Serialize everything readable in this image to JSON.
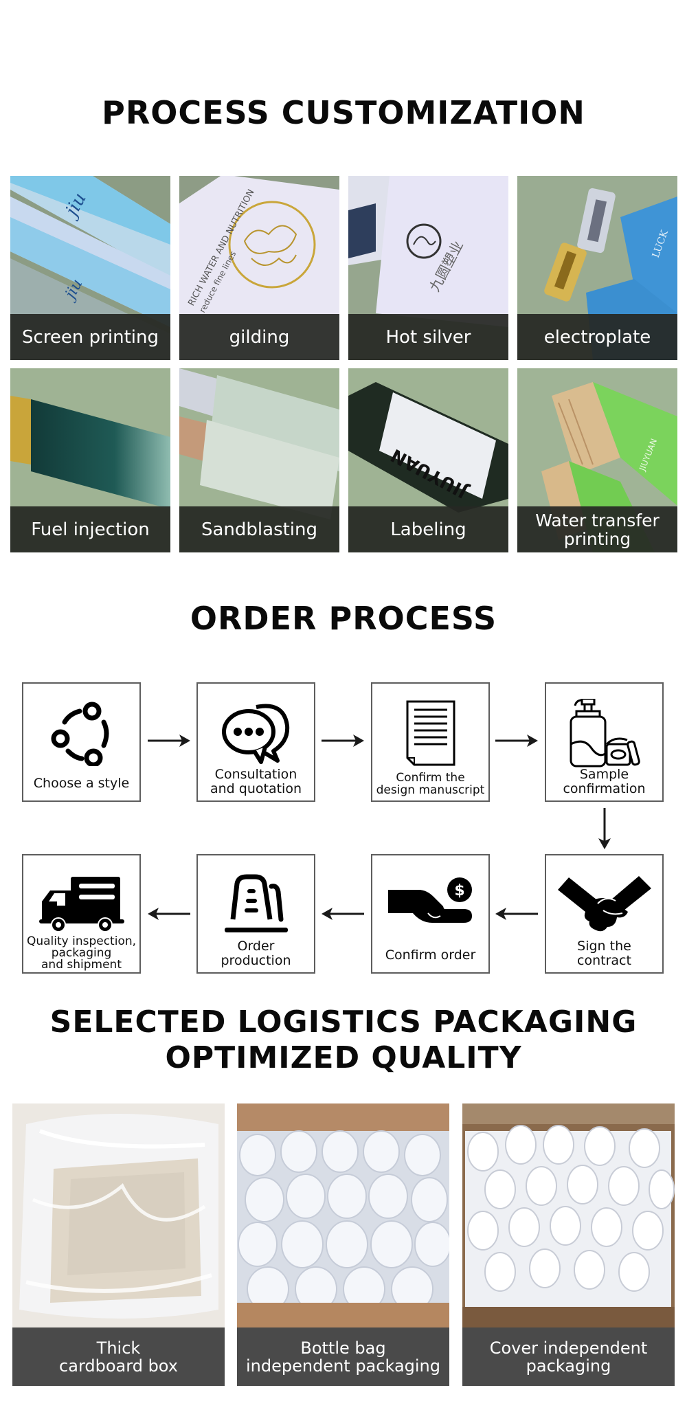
{
  "sections": {
    "process_customization": {
      "title": "PROCESS CUSTOMIZATION",
      "items": [
        {
          "label": "Screen printing",
          "photo": "blue-white-tubes"
        },
        {
          "label": "gilding",
          "photo": "gold-cloud-emblem-bottle",
          "photo_text": "RICH WATER AND NUTRITION / reduce fine lines"
        },
        {
          "label": "Hot silver",
          "photo": "silver-logo-bottle",
          "photo_text": "九圆塑业"
        },
        {
          "label": "electroplate",
          "photo": "gold-silver-pump-bottles",
          "photo_text": "LUCK"
        },
        {
          "label": "Fuel injection",
          "photo": "dark-green-gradient-bottle"
        },
        {
          "label": "Sandblasting",
          "photo": "frosted-bottles"
        },
        {
          "label": "Labeling",
          "photo": "labeled-dark-bottle",
          "photo_text": "JIUYUAN"
        },
        {
          "label_lines": [
            "Water transfer",
            "printing"
          ],
          "photo": "wood-grain-cap-bottles",
          "photo_text": "JIUYUAN"
        }
      ]
    },
    "order_process": {
      "title": "ORDER PROCESS",
      "steps": [
        {
          "icon": "share-circle-icon",
          "label_lines": [
            "Choose a style"
          ]
        },
        {
          "icon": "chat-bubbles-icon",
          "label_lines": [
            "Consultation",
            "and quotation"
          ]
        },
        {
          "icon": "document-icon",
          "label_lines": [
            "Confirm the",
            "design manuscript"
          ]
        },
        {
          "icon": "cosmetic-bottles-icon",
          "label_lines": [
            "Sample",
            "confirmation"
          ]
        },
        {
          "icon": "handshake-icon",
          "label_lines": [
            "Sign the",
            "contract"
          ]
        },
        {
          "icon": "hand-dollar-icon",
          "label_lines": [
            "Confirm order"
          ]
        },
        {
          "icon": "production-icon",
          "label_lines": [
            "Order",
            "production"
          ]
        },
        {
          "icon": "truck-icon",
          "label_lines": [
            "Quality inspection,",
            "packaging",
            "and shipment"
          ]
        }
      ]
    },
    "logistics": {
      "title_lines": [
        "SELECTED LOGISTICS PACKAGING",
        "OPTIMIZED QUALITY"
      ],
      "items": [
        {
          "label_lines": [
            "Thick",
            "cardboard box"
          ],
          "photo": "plastic-lined-box"
        },
        {
          "label_lines": [
            "Bottle bag",
            "independent packaging"
          ],
          "photo": "bagged-bottles-in-box"
        },
        {
          "label_lines": [
            "Cover independent",
            "packaging"
          ],
          "photo": "caps-in-box"
        }
      ]
    }
  },
  "colors": {
    "caption_dark": "#262824",
    "caption_grey": "#4a4a4a",
    "photo_green_bg": "#9bab90",
    "box_border": "#5d5d5d",
    "text": "#0a0a0a"
  }
}
